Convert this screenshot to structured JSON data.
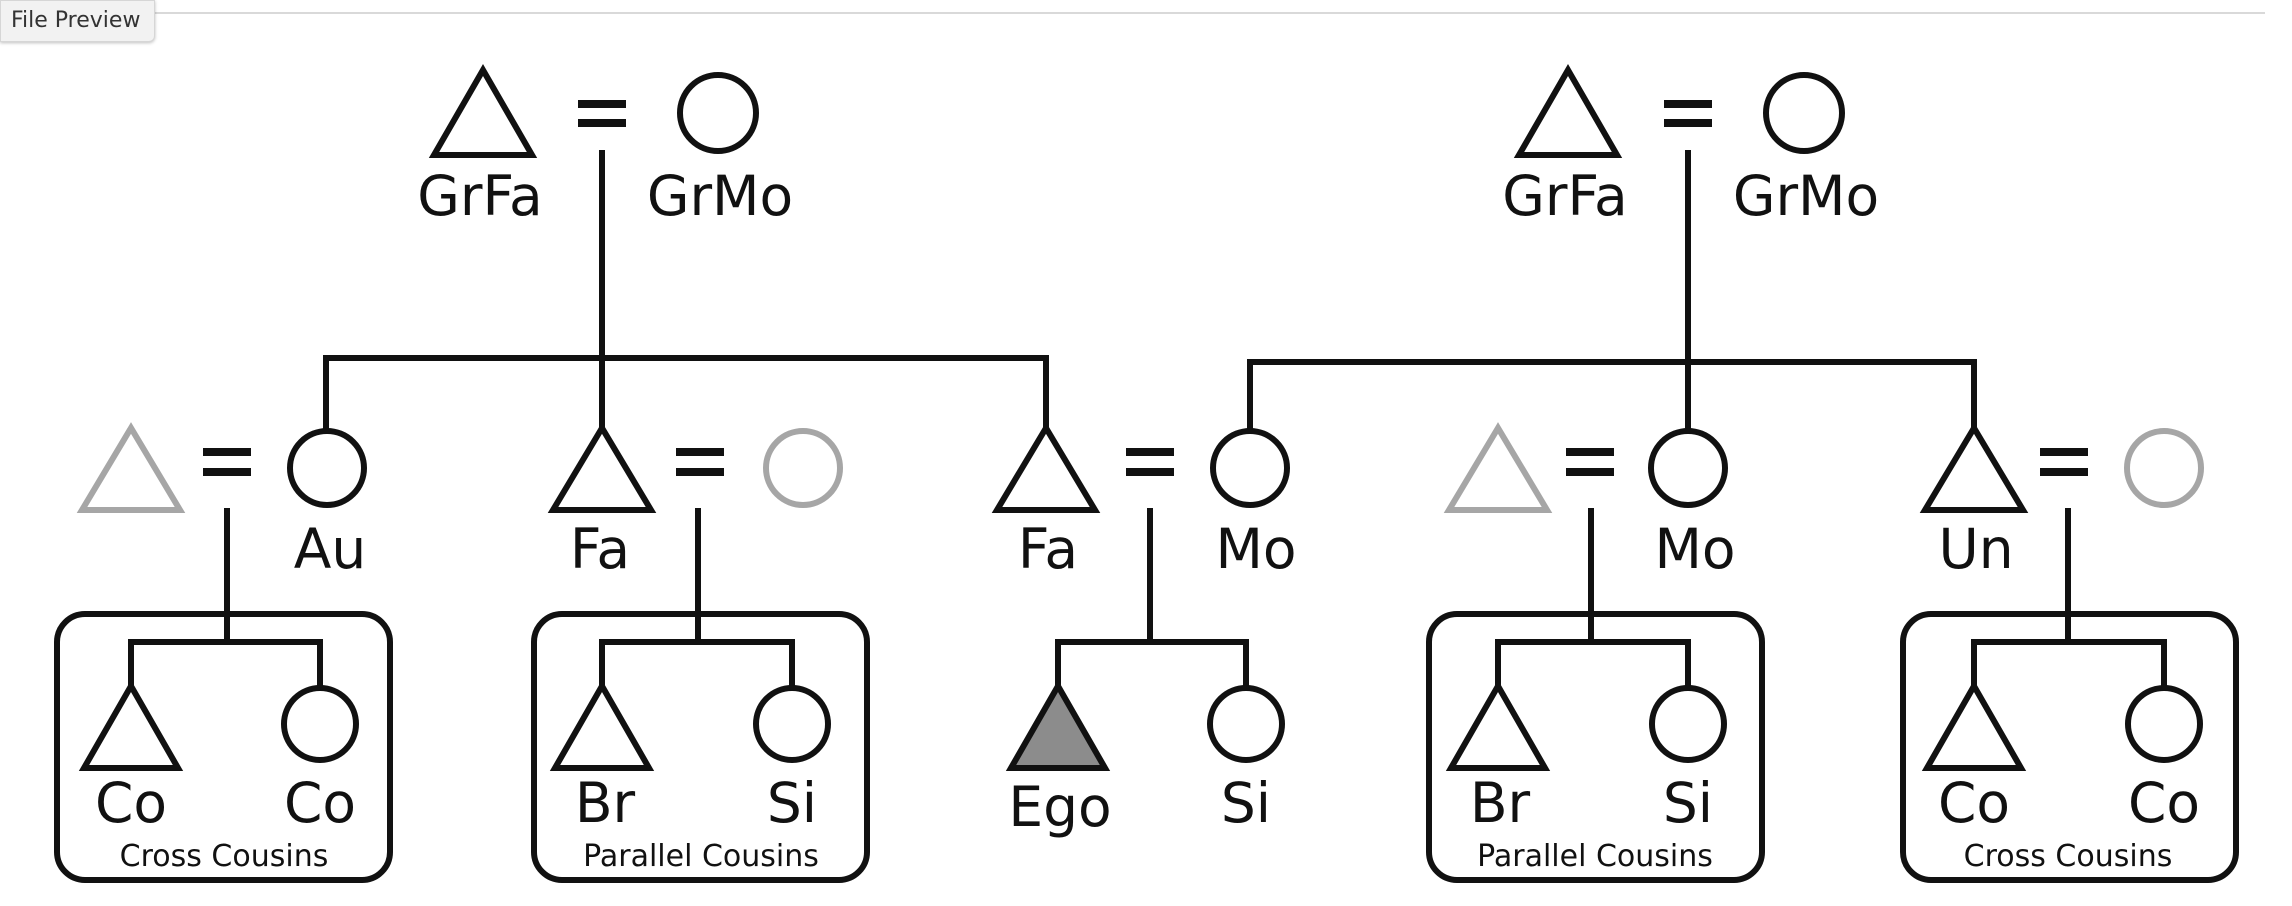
{
  "toolbar": {
    "preview_label": "File Preview"
  },
  "colors": {
    "line": "#111111",
    "inlaw": "#a6a6a6",
    "ego_fill": "#8c8c8c"
  },
  "left": {
    "grandfather": "GrFa",
    "grandmother": "GrMo",
    "aunt": "Au",
    "father_brother": "Fa",
    "father": "Fa",
    "cousins_left": [
      "Co",
      "Co"
    ],
    "cousins_left_caption": "Cross Cousins",
    "siblings_left": [
      "Br",
      "Si"
    ],
    "siblings_left_caption": "Parallel Cousins"
  },
  "center": {
    "ego": "Ego",
    "sister": "Si"
  },
  "right": {
    "grandfather": "GrFa",
    "grandmother": "GrMo",
    "mother": "Mo",
    "mother_sister": "Mo",
    "uncle": "Un",
    "siblings_right": [
      "Br",
      "Si"
    ],
    "siblings_right_caption": "Parallel Cousins",
    "cousins_right": [
      "Co",
      "Co"
    ],
    "cousins_right_caption": "Cross Cousins"
  }
}
